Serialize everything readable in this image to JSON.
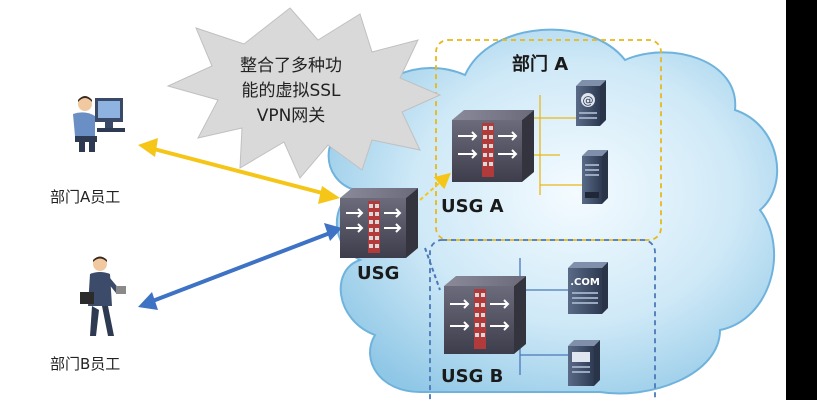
{
  "callout": {
    "lines": [
      "整合了多种功",
      "能的虚拟SSL",
      "VPN网关"
    ]
  },
  "devices": {
    "usg_main": "USG",
    "usg_a": "USG A",
    "usg_b": "USG B"
  },
  "departments": {
    "dept_a": "部门 A"
  },
  "users": {
    "employee_a": "部门A员工",
    "employee_b": "部门B员工"
  },
  "server_labels": {
    "web_domain": ".COM"
  },
  "icons": {
    "mail_server": "mail-server-icon",
    "db_server": "database-server-icon",
    "web_server": "web-server-icon",
    "file_server": "file-server-icon"
  },
  "colors": {
    "link_a": "#f5c518",
    "link_b": "#3d72c4",
    "dept_a_border": "#e8b81a",
    "dept_b_border": "#4a78b8",
    "firewall_body": "#5a5a6a"
  }
}
